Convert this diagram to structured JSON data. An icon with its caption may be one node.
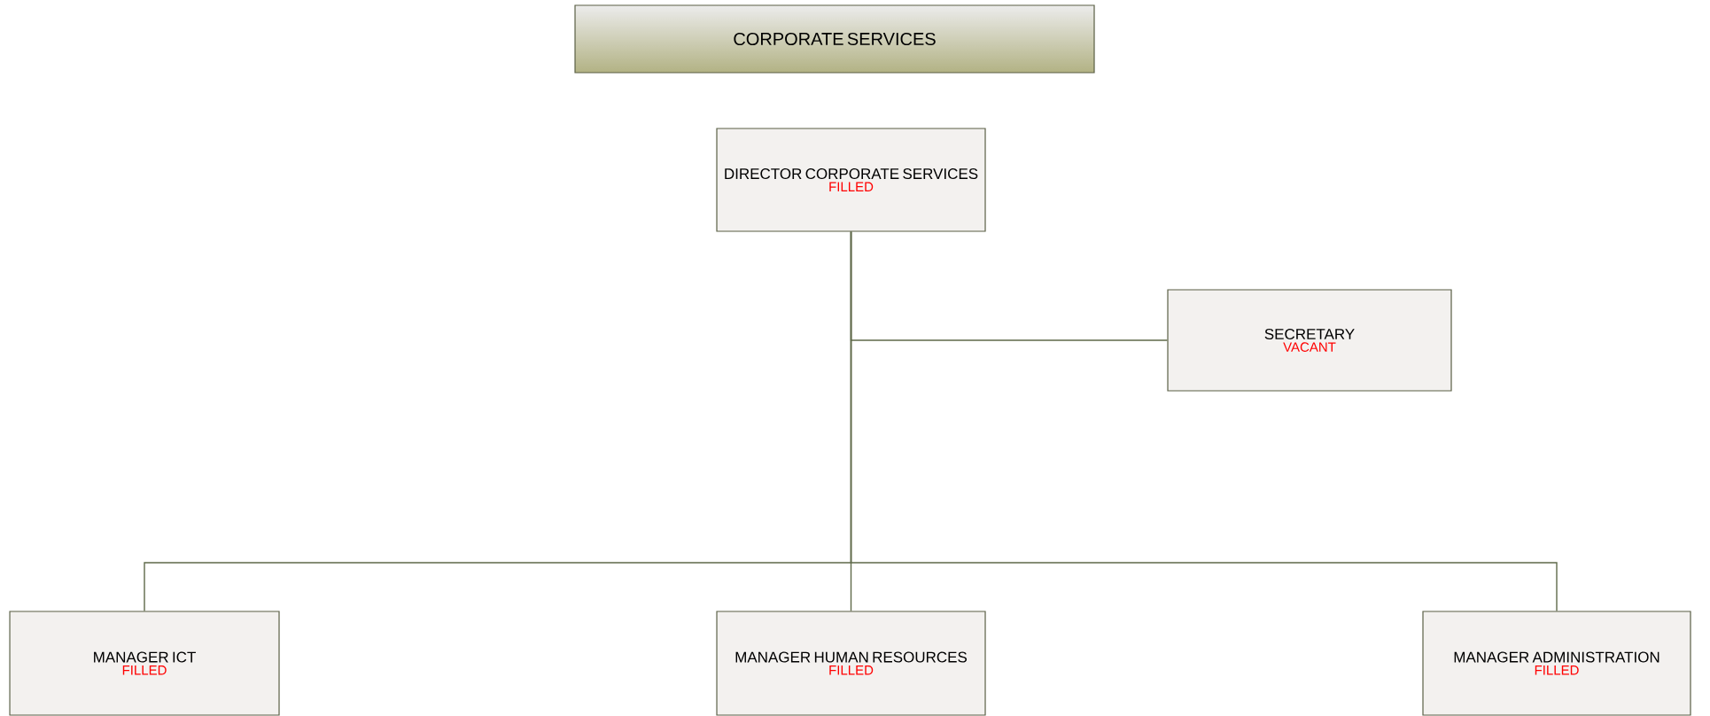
{
  "diagram": {
    "nodes": [
      {
        "text": [
          "CORPORATE SERVICES"
        ]
      },
      {
        "text": [
          "DIRECTOR CORPORATE SERVICES",
          "FILLED"
        ]
      },
      {
        "text": [
          "SECRETARY",
          "VACANT"
        ]
      },
      {
        "text": [
          "MANAGER ICT",
          "FILLED"
        ]
      },
      {
        "text": [
          "MANAGER HUMAN RESOURCES",
          "FILLED"
        ]
      },
      {
        "text": [
          "MANAGER ADMINISTRATION",
          "FILLED"
        ]
      }
    ],
    "edges": [
      {
        "from": 1,
        "to": 2,
        "arrow": "none"
      },
      {
        "from": 1,
        "to": 3,
        "arrow": "none"
      },
      {
        "from": 1,
        "to": 4,
        "arrow": "none"
      },
      {
        "from": 1,
        "to": 5,
        "arrow": "none"
      }
    ]
  }
}
